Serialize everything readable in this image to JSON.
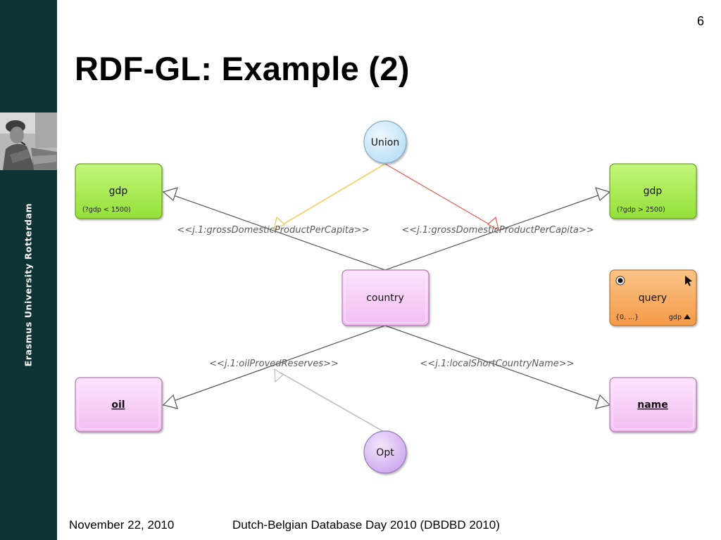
{
  "slide": {
    "page_number": "6",
    "title": "RDF-GL: Example (2)",
    "sidebar_text": "Erasmus University Rotterdam",
    "footer_date": "November 22, 2010",
    "footer_event": "Dutch-Belgian Database Day 2010 (DBDBD 2010)"
  },
  "colors": {
    "sidebar": "#0d3432",
    "literal_node": "#a6ee4a",
    "resource_node": "#f8cdf8",
    "query_node": "#f9b06c",
    "union_node": "#d6eeff",
    "opt_node": "#e3c7f6",
    "union_left_edge": "#f0d878",
    "union_right_edge": "#ea5a52"
  },
  "diagram": {
    "nodes": {
      "union": {
        "label": "Union"
      },
      "gdp_left": {
        "label": "gdp",
        "filter": "(?gdp < 1500)"
      },
      "gdp_right": {
        "label": "gdp",
        "filter": "(?gdp > 2500)"
      },
      "country": {
        "label": "country"
      },
      "query": {
        "label": "query",
        "modifier": "{0, ...}",
        "order_by": "gdp",
        "icon": "radio-icon",
        "cursor": "cursor-icon",
        "sort": "sort-up-icon"
      },
      "oil": {
        "label": "oil"
      },
      "name": {
        "label": "name"
      },
      "opt": {
        "label": "Opt"
      }
    },
    "edges": {
      "gdp_left": "<<j.1:grossDomesticProductPerCapita>>",
      "gdp_right": "<<j.1:grossDomesticProductPerCapita>>",
      "oil": "<<j.1:oilProvedReserves>>",
      "name": "<<j.1:localShortCountryName>>"
    }
  }
}
